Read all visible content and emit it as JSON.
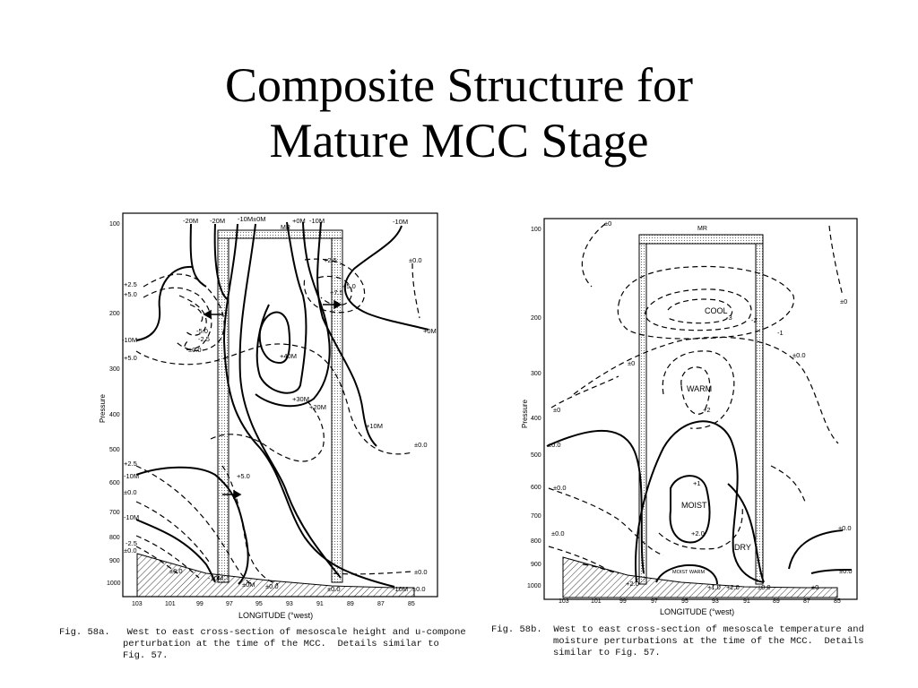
{
  "slide": {
    "title_line1": "Composite Structure for",
    "title_line2": "Mature MCC Stage"
  },
  "figure_a": {
    "y_axis_label": "Pressure",
    "x_axis_label": "LONGITUDE (°west)",
    "pressure_ticks": [
      "100",
      "200",
      "300",
      "400",
      "500",
      "600",
      "700",
      "800",
      "900",
      "1000"
    ],
    "longitude_ticks": [
      "103",
      "101",
      "99",
      "97",
      "95",
      "93",
      "91",
      "89",
      "87",
      "85"
    ],
    "top_region_label": "MR",
    "top_labels": [
      "-20M",
      "-20M",
      "-10M",
      "±0M",
      "+0M",
      "-10M",
      "-10M"
    ],
    "height_labels": [
      "+40M",
      "+30M",
      "+20M",
      "+10M",
      "-10M",
      "-10M",
      "-10M",
      "-10M",
      "±0M",
      "+0M",
      "-10M"
    ],
    "u_labels": [
      "+2.5",
      "+5.0",
      "+5.0",
      "-5.0",
      "-2.5",
      "±0.0",
      "±0.0",
      "+2.5",
      "+7.5",
      "+5.0",
      "±0.0",
      "±0.0",
      "+2.5",
      "±0.0",
      "+5.0",
      "-2.5",
      "±0.0",
      "±0.0",
      "±0.0",
      "±0.0",
      "±0.0"
    ],
    "caption_label": "Fig. 58a.",
    "caption_line1": "West to east cross-section of mesoscale height and u-compone",
    "caption_line2": "perturbation at the time of the MCC.  Details similar to",
    "caption_line3": "Fig. 57."
  },
  "figure_b": {
    "y_axis_label": "Pressure",
    "x_axis_label": "LONGITUDE (°west)",
    "pressure_ticks": [
      "100",
      "200",
      "300",
      "400",
      "500",
      "600",
      "700",
      "800",
      "900",
      "1000"
    ],
    "longitude_ticks": [
      "103",
      "101",
      "99",
      "97",
      "95",
      "93",
      "91",
      "89",
      "87",
      "85"
    ],
    "top_region_label": "MR",
    "region_labels": [
      "COOL",
      "WARM",
      "MOIST",
      "DRY",
      "MOIST WARM"
    ],
    "temp_labels": [
      "-3",
      "-2",
      "-1",
      "+2",
      "+1",
      "+2.0",
      "+2.0",
      "+1.0",
      "+2.0"
    ],
    "zero_labels": [
      "±0",
      "±0",
      "±0.0",
      "±0",
      "±0.0",
      "±0",
      "±0.0",
      "±0.0",
      "±0.0",
      "±0.0",
      "±0",
      "±0.0"
    ],
    "caption_label": "Fig. 58b.",
    "caption_line1": "West to east cross-section of mesoscale temperature and",
    "caption_line2": "moisture perturbations at the time of the MCC.  Details",
    "caption_line3": "similar to Fig. 57."
  }
}
